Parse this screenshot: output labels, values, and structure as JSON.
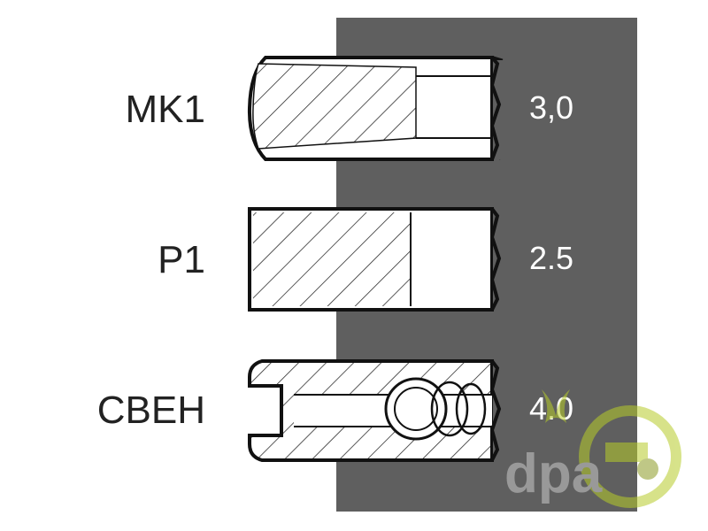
{
  "colors": {
    "panel": "#5f5f5f",
    "outline": "#111111",
    "hatch": "#222222",
    "label": "#222222",
    "value": "#ffffff",
    "watermark_green": "#b7cc2a"
  },
  "rings": [
    {
      "label": "MK1",
      "value": "3,0"
    },
    {
      "label": "P1",
      "value": "2.5"
    },
    {
      "label": "CBEH",
      "value": "4.0"
    }
  ],
  "watermark": {
    "text": "dpa",
    "icon": "tractor-logo-icon"
  }
}
